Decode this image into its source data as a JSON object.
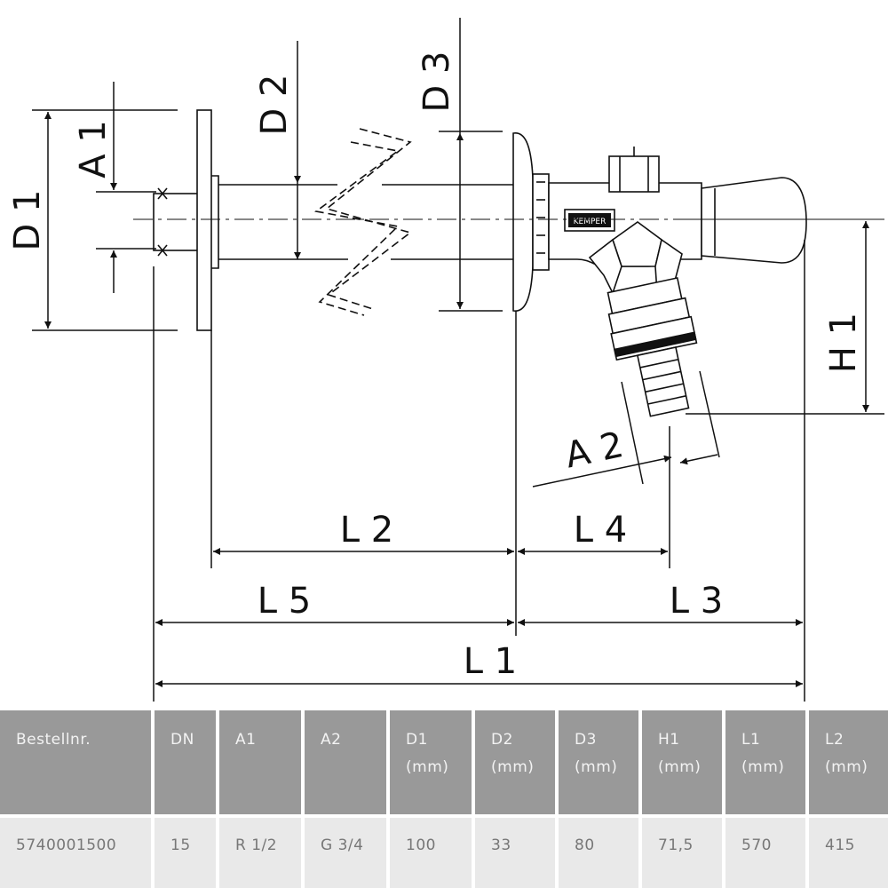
{
  "drawing": {
    "labels": {
      "D1": "D 1",
      "A1": "A 1",
      "D2": "D 2",
      "D3": "D 3",
      "H1": "H 1",
      "A2": "A 2",
      "L2": "L 2",
      "L4": "L 4",
      "L5": "L 5",
      "L3": "L 3",
      "L1": "L 1"
    },
    "logo_text": "KEMPER"
  },
  "table": {
    "headers": [
      {
        "label": "Bestellnr.",
        "unit": ""
      },
      {
        "label": "DN",
        "unit": ""
      },
      {
        "label": "A1",
        "unit": ""
      },
      {
        "label": "A2",
        "unit": ""
      },
      {
        "label": "D1",
        "unit": "(mm)"
      },
      {
        "label": "D2",
        "unit": "(mm)"
      },
      {
        "label": "D3",
        "unit": "(mm)"
      },
      {
        "label": "H1",
        "unit": "(mm)"
      },
      {
        "label": "L1",
        "unit": "(mm)"
      },
      {
        "label": "L2",
        "unit": "(mm)"
      }
    ],
    "rows": [
      [
        "5740001500",
        "15",
        "R 1/2",
        "G 3/4",
        "100",
        "33",
        "80",
        "71,5",
        "570",
        "415"
      ]
    ]
  },
  "colors": {
    "header_bg": "#999999",
    "row_bg": "#e9e9e9",
    "line": "#111111"
  }
}
